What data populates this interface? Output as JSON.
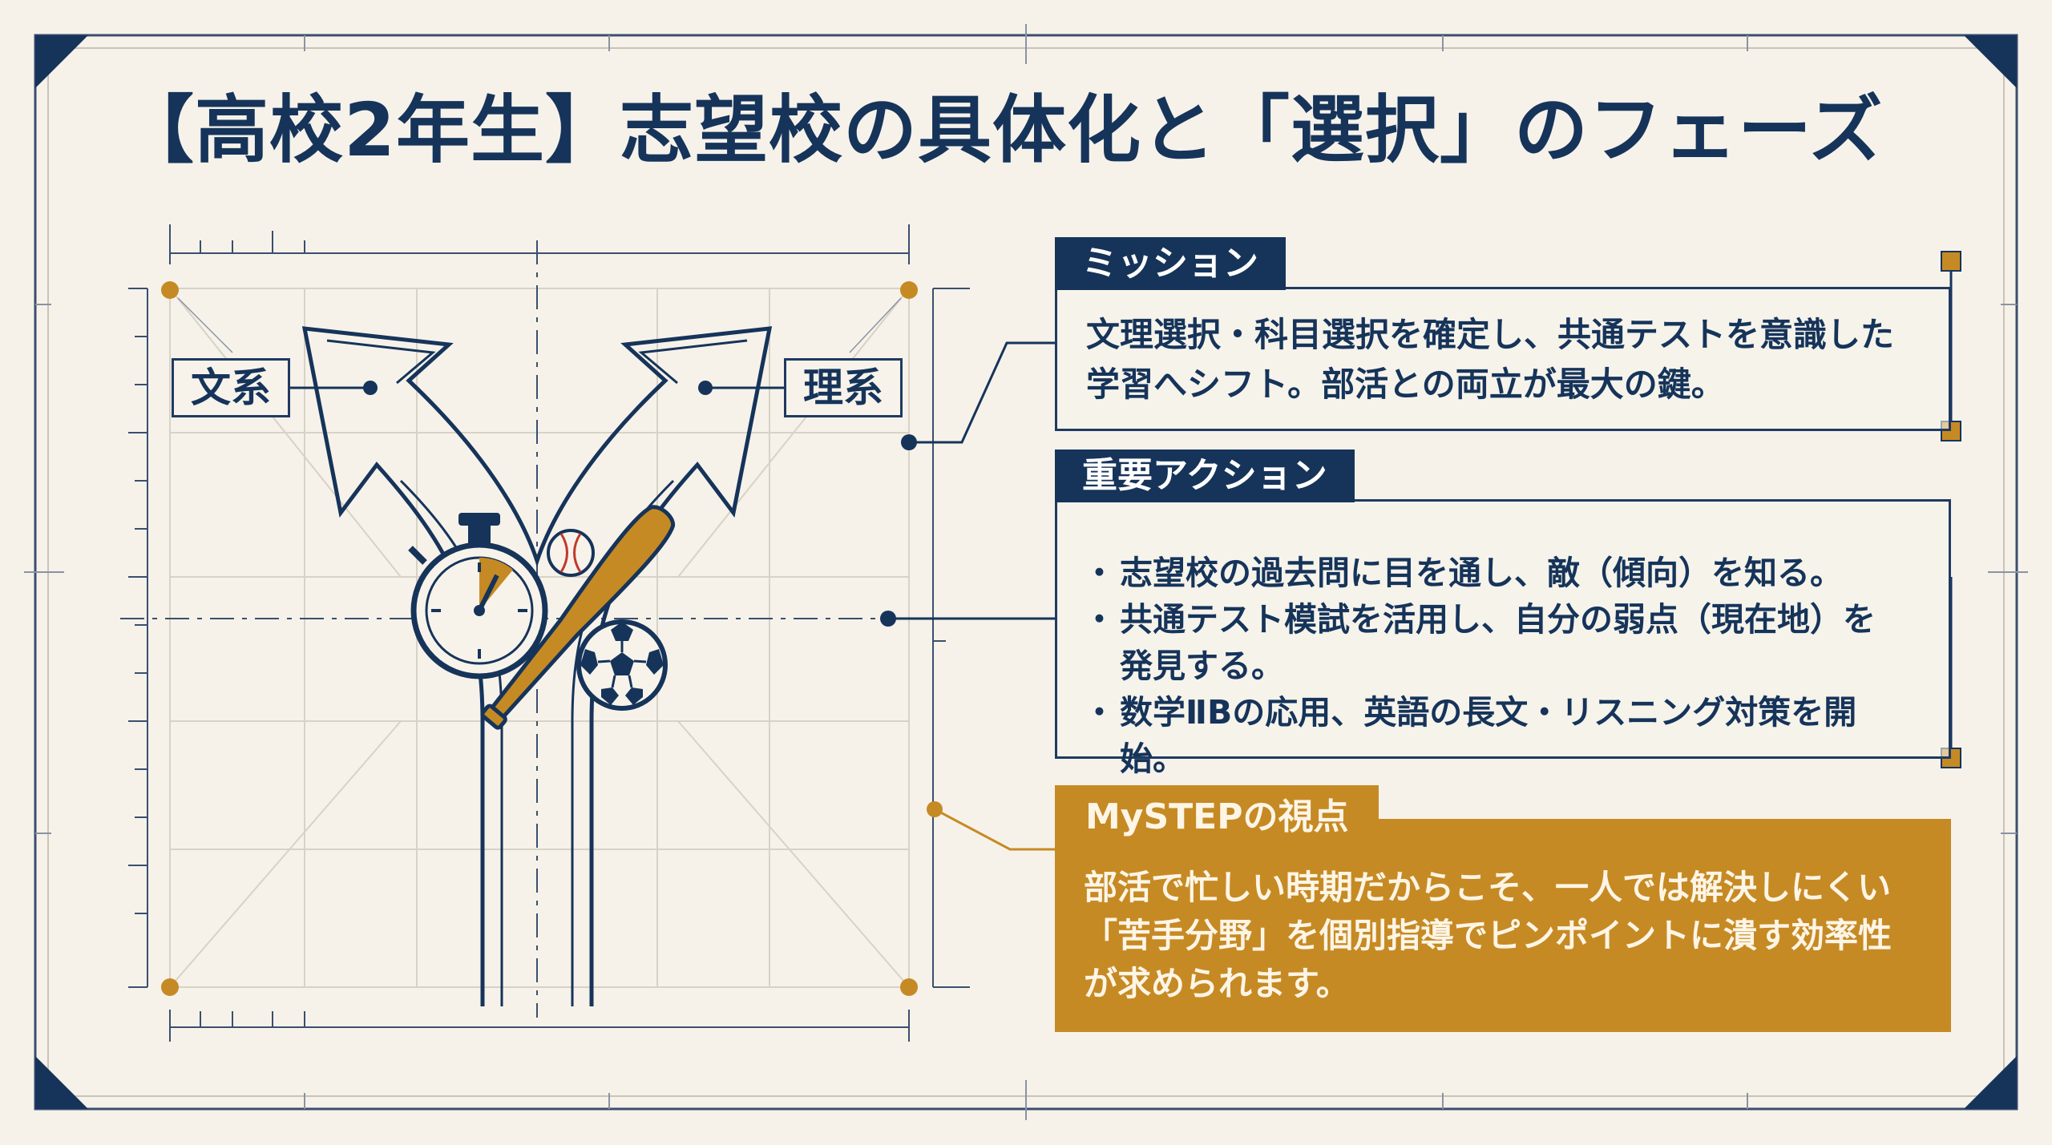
{
  "title": "【高校2年生】志望校の具体化と「選択」のフェーズ",
  "diagram": {
    "left_branch_label": "文系",
    "right_branch_label": "理系",
    "icons": [
      "stopwatch-icon",
      "baseball-bat-icon",
      "baseball-icon",
      "soccer-ball-icon"
    ]
  },
  "mission": {
    "heading": "ミッション",
    "lines": [
      "文理選択・科目選択を確定し、共通テストを意識した",
      "学習へシフト。部活との両立が最大の鍵。"
    ]
  },
  "actions": {
    "heading": "重要アクション",
    "items": [
      {
        "lines": [
          "志望校の過去問に目を通し、敵（傾向）を知る。"
        ]
      },
      {
        "lines": [
          "共通テスト模試を活用し、自分の弱点（現在地）を",
          "発見する。"
        ]
      },
      {
        "lines": [
          "数学ⅡBの応用、英語の長文・リスニング対策を開始。"
        ]
      }
    ]
  },
  "mystep": {
    "heading": "MySTEPの視点",
    "lines": [
      "部活で忙しい時期だからこそ、一人では解決しにくい",
      "「苦手分野」を個別指導でピンポイントに潰す効率性",
      "が求められます。"
    ]
  },
  "colors": {
    "navy": "#16345a",
    "gold": "#c68a24",
    "paper": "#f6f2ea"
  }
}
